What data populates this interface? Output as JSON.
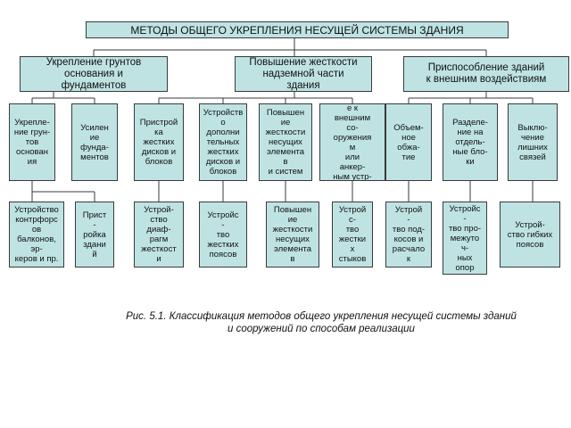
{
  "diagram": {
    "title": "МЕТОДЫ ОБЩЕГО УКРЕПЛЕНИЯ НЕСУЩЕЙ СИСТЕМЫ ЗДАНИЯ",
    "categories": [
      "Укрепление грунтов\nоснования и\nфундаментов",
      "Повышение жесткости\nнадземной части\nздания",
      "Приспособление зданий\nк внешним воздействиям"
    ],
    "methods": [
      "Укрепле-\nние грун-\nтов\nоснован\nия",
      "Усилен\nие\nфунда-\nментов",
      "Пристрой\nка\nжестких\nдисков и\nблоков",
      "Устройств\nо\nдополни\nтельных\nжестких\nдисков и\nблоков",
      "Повышен\nие\nжесткости\nнесущих\nэлемента\nв\nи систем",
      "Креплени\nе к\nвнешним\nсо-\nоружения\nм\nили\nанкер-\nным устр-\nам",
      "Объем-\nное\nобжа-\nтие",
      "Разделе-\nние на\nотдель-\nные бло-\nки",
      "Выклю-\nчение\nлишних\nсвязей"
    ],
    "submethods": [
      "Устройство\nконтрфорс\nов\nбалконов,\nэр-\nкеров и пр.",
      "Прист\n-\nройка\nздани\nй",
      "Устрой-\nство\nдиаф-\nрагм\nжесткост\nи",
      "Устройс\n-\nтво\nжестких\nпоясов",
      "Повышен\nие\nжесткости\nнесущих\nэлемента\nв",
      "Устрой\nс-\nтво\nжестки\nх\nстыков",
      "Устрой\n-\nтво под-\nкосов и\nрасчало\nк",
      "Устройс\n-\nтво про-\nмежуто\nч-\nных\nопор",
      "Устрой-\nство гибких\nпоясов"
    ],
    "caption": "Рис. 5.1. Классификация методов общего укрепления несущей системы зданий\nи сооружений по способам реализации",
    "colors": {
      "box_fill": "#bfe3e3",
      "line": "#3a3a3a"
    }
  }
}
